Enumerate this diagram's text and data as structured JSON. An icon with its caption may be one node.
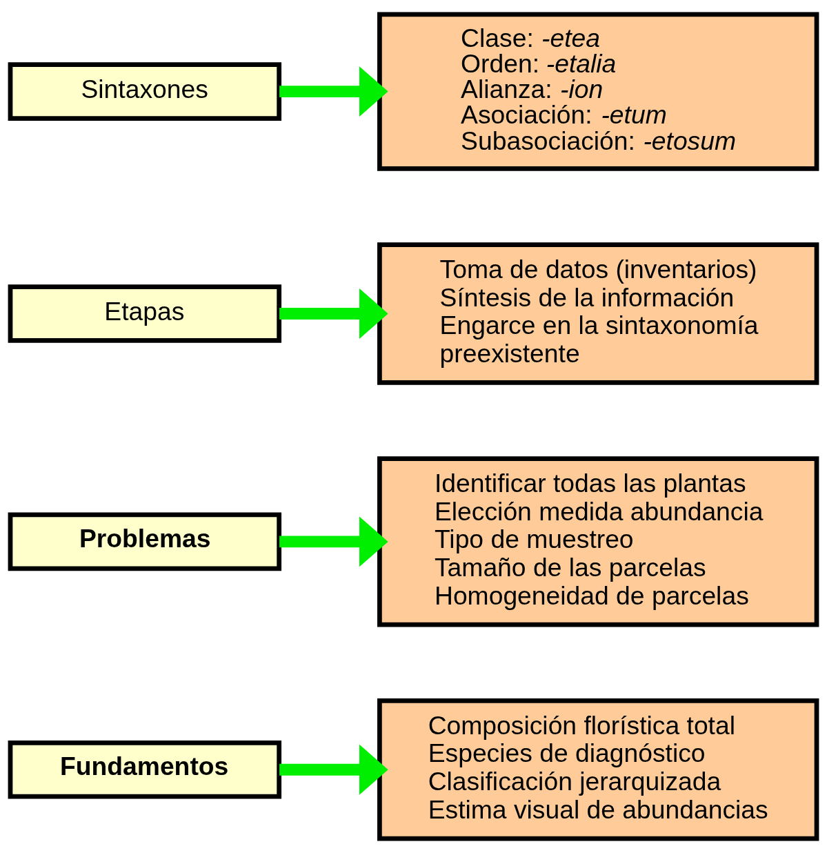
{
  "diagram": {
    "nodes": [
      {
        "text": [
          "Fundamentos"
        ]
      },
      {
        "text": [
          "Composición florística total",
          "Especies de diagnóstico",
          "Clasificación jerarquizada",
          "Estima visual de abundancias"
        ]
      },
      {
        "text": [
          "Problemas"
        ]
      },
      {
        "text": [
          "Identificar todas las plantas",
          "Elección medida abundancia",
          "Tipo de muestreo",
          "Tamaño de las parcelas",
          "Homogeneidad de parcelas"
        ]
      },
      {
        "text": [
          "Etapas"
        ]
      },
      {
        "text": [
          "Toma de datos (inventarios)",
          "Síntesis de la información",
          "Engarce en la sintaxonomía preexistente"
        ]
      },
      {
        "text": [
          "Sintaxones"
        ]
      },
      {
        "text": [
          "Clase: *-etea*",
          "Orden: *-etalia*",
          "Alianza: *-ion*",
          "Asociación: *-etum*",
          "Subasociación: *-etosum*"
        ]
      }
    ],
    "edges": [
      {
        "from": 0,
        "to": 1,
        "arrow": "to"
      },
      {
        "from": 2,
        "to": 3,
        "arrow": "to"
      },
      {
        "from": 4,
        "to": 5,
        "arrow": "to"
      },
      {
        "from": 6,
        "to": 7,
        "arrow": "to"
      }
    ]
  }
}
